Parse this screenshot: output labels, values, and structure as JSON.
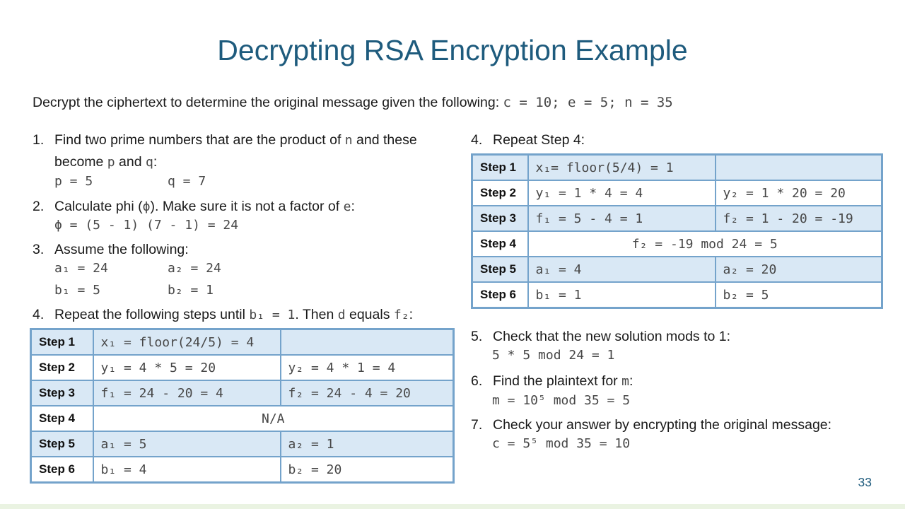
{
  "slide": {
    "title": "Decrypting RSA Encryption Example",
    "page_number": "33"
  },
  "colors": {
    "accent": "#1E5B7D",
    "table_border": "#74A3CB",
    "row_band": "#D9E8F5",
    "footer_strip": "#EAF3E2",
    "mono_text": "#474747"
  },
  "intro": {
    "text": "Decrypt the ciphertext to determine the original message given the following: ",
    "code": "c = 10; e = 5; n = 35"
  },
  "left": {
    "item1": {
      "num": "1.",
      "parts": [
        "Find two prime numbers that are the product of ",
        "n",
        " and these become ",
        "p",
        " and ",
        "q",
        ":"
      ]
    },
    "code_pq": {
      "a": "p = 5",
      "b": "q = 7"
    },
    "item2": {
      "num": "2.",
      "parts": [
        "Calculate phi (",
        "ϕ",
        "). Make sure it is not a factor of ",
        "e",
        ":"
      ]
    },
    "code_phi": "ϕ = (5 - 1) (7 - 1) = 24",
    "item3": {
      "num": "3.",
      "text": "Assume the following:"
    },
    "code_a": {
      "a": "a₁ = 24",
      "b": "a₂ = 24"
    },
    "code_b": {
      "a": "b₁ = 5",
      "b": "b₂ = 1"
    },
    "item4": {
      "num": "4.",
      "parts": [
        "Repeat the following steps until ",
        "b₁ = 1",
        ". Then ",
        "d",
        " equals ",
        "f₂",
        ":"
      ]
    },
    "table": {
      "rows": [
        {
          "label": "Step 1",
          "c1": "x₁ = floor(24/5) = 4",
          "c2": ""
        },
        {
          "label": "Step 2",
          "c1": "y₁ = 4 * 5 = 20",
          "c2": "y₂ = 4 * 1 = 4"
        },
        {
          "label": "Step 3",
          "c1": "f₁ = 24 - 20 = 4",
          "c2": "f₂ = 24 - 4 = 20"
        },
        {
          "label": "Step 4",
          "span": "N/A"
        },
        {
          "label": "Step 5",
          "c1": "a₁ = 5",
          "c2": "a₂ = 1"
        },
        {
          "label": "Step 6",
          "c1": "b₁ = 4",
          "c2": "b₂ = 20"
        }
      ]
    }
  },
  "right": {
    "item4": {
      "num": "4.",
      "text": "Repeat Step 4:"
    },
    "table": {
      "rows": [
        {
          "label": "Step 1",
          "c1": "x₁= floor(5/4) = 1",
          "c2": ""
        },
        {
          "label": "Step 2",
          "c1": "y₁ = 1 * 4 = 4",
          "c2": "y₂ = 1 * 20 = 20"
        },
        {
          "label": "Step 3",
          "c1": "f₁ = 5 - 4 = 1",
          "c2": "f₂ = 1 - 20 = -19"
        },
        {
          "label": "Step 4",
          "span": "f₂ = -19 mod 24 = 5"
        },
        {
          "label": "Step 5",
          "c1": "a₁ = 4",
          "c2": "a₂ = 20"
        },
        {
          "label": "Step 6",
          "c1": "b₁ = 1",
          "c2": "b₂ = 5"
        }
      ]
    },
    "item5": {
      "num": "5.",
      "text": "Check that the new solution mods to 1:"
    },
    "code5": "5 * 5 mod 24 = 1",
    "item6": {
      "num": "6.",
      "parts": [
        "Find the plaintext for ",
        "m",
        ":"
      ]
    },
    "code6": "m = 10⁵ mod 35 = 5",
    "item7": {
      "num": "7.",
      "text": "Check your answer by encrypting the original message:"
    },
    "code7": "c = 5⁵ mod 35 = 10"
  }
}
